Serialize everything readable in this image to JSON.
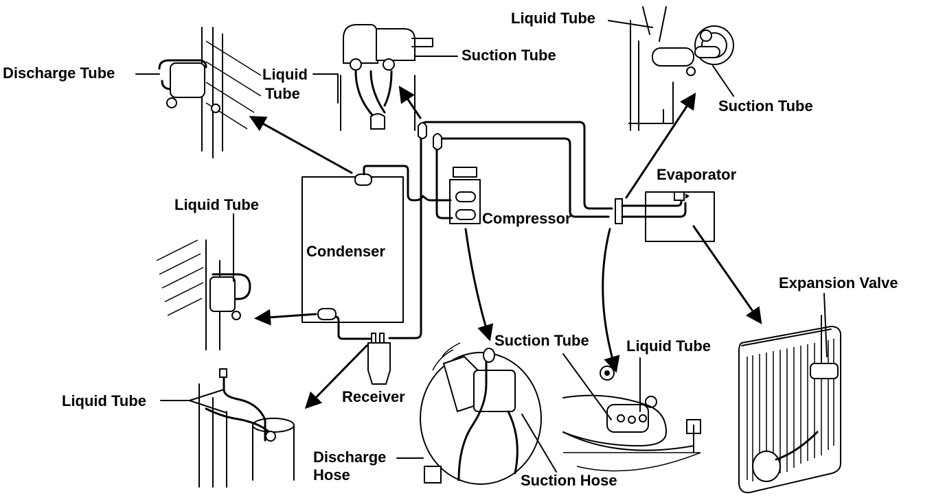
{
  "diagram": {
    "title": "Air conditioning refrigerant line layout",
    "components": {
      "condenser": "Condenser",
      "compressor": "Compressor",
      "evaporator": "Evaporator",
      "receiver": "Receiver"
    },
    "callouts": {
      "condenser_top_discharge": "Discharge Tube",
      "condenser_top_liquid_line1": "Liquid",
      "condenser_top_liquid_line2": "Tube",
      "top_center_suction": "Suction Tube",
      "evap_inlet_liquid": "Liquid Tube",
      "evap_inlet_suction": "Suction Tube",
      "condenser_bottom_liquid": "Liquid Tube",
      "receiver_liquid": "Liquid Tube",
      "compressor_suction_tube": "Suction Tube",
      "compressor_discharge_hose_line1": "Discharge",
      "compressor_discharge_hose_line2": "Hose",
      "compressor_suction_hose": "Suction Hose",
      "firewall_liquid": "Liquid Tube",
      "expansion_valve": "Expansion Valve"
    },
    "detail_views": [
      {
        "name": "condenser-inlet-detail",
        "arrow_from": "Condenser top fitting"
      },
      {
        "name": "top-line-joint-detail",
        "arrow_from": "Upper tube joint"
      },
      {
        "name": "evaporator-inlet-detail",
        "arrow_from": "Evaporator fitting"
      },
      {
        "name": "condenser-outlet-detail",
        "arrow_from": "Condenser bottom fitting"
      },
      {
        "name": "receiver-detail",
        "arrow_from": "Receiver"
      },
      {
        "name": "compressor-detail",
        "arrow_from": "Compressor"
      },
      {
        "name": "firewall-detail",
        "arrow_from": "Firewall connector"
      },
      {
        "name": "evaporator-unit-detail",
        "arrow_from": "Evaporator"
      }
    ]
  }
}
